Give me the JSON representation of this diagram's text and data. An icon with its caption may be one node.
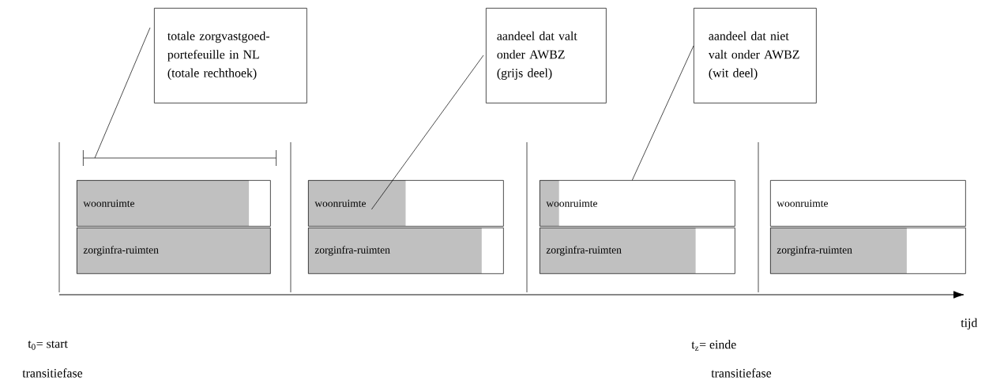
{
  "diagram": {
    "nodes": [
      {
        "text": [
          "totale zorgvastgoed-portefeuille in NL (totale rechthoek)"
        ]
      },
      {
        "text": [
          "aandeel dat valt onder AWBZ (grijs deel)"
        ]
      },
      {
        "text": [
          "aandeel dat niet valt onder AWBZ (wit deel)"
        ]
      },
      {
        "text": [
          "woonruimte"
        ]
      },
      {
        "text": [
          "zorginfra-ruimten"
        ]
      },
      {
        "text": [
          "woonruimte"
        ]
      },
      {
        "text": [
          "zorginfra-ruimten"
        ]
      },
      {
        "text": [
          "woonruimte"
        ]
      },
      {
        "text": [
          "zorginfra-ruimten"
        ]
      },
      {
        "text": [
          "woonruimte"
        ]
      },
      {
        "text": [
          "zorginfra-ruimten"
        ]
      }
    ],
    "edges": [
      {
        "from": 0,
        "to": null,
        "arrow": "none"
      },
      {
        "from": 1,
        "to": 5,
        "arrow": "none"
      },
      {
        "from": 2,
        "to": 7,
        "arrow": "none"
      }
    ],
    "labels": [
      "tijd",
      "t$_{0}$= start",
      "t$_{z}$= einde",
      "transitiefase",
      "transitiefase"
    ]
  }
}
